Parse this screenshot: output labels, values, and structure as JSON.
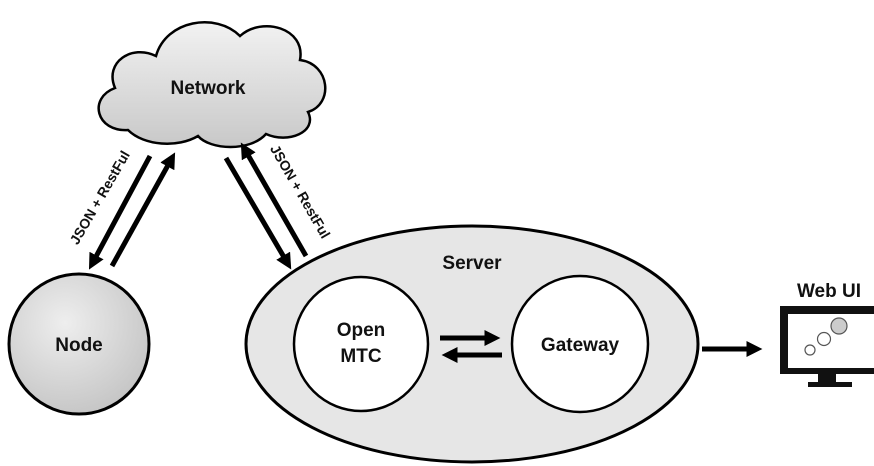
{
  "diagram": {
    "cloud": {
      "label": "Network"
    },
    "node": {
      "label": "Node"
    },
    "server": {
      "label": "Server"
    },
    "openmtc": {
      "line1": "Open",
      "line2": "MTC"
    },
    "gateway": {
      "label": "Gateway"
    },
    "webui": {
      "label": "Web UI"
    },
    "left_link": {
      "label": "JSON + RestFul"
    },
    "right_link": {
      "label": "JSON + RestFul"
    }
  },
  "colors": {
    "gray_fill": "#d6d6d6",
    "light_fill": "#e6e6e6",
    "white": "#ffffff",
    "stroke": "#000000",
    "screen_dark": "#111111"
  }
}
